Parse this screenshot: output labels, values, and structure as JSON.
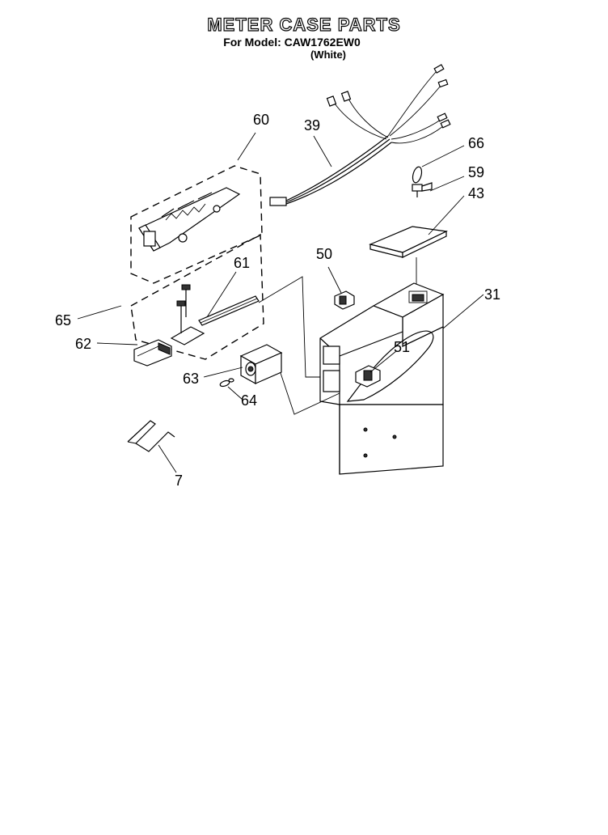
{
  "header": {
    "title": "METER CASE PARTS",
    "model_line": "For Model: CAW1762EW0",
    "color_line": "(White)"
  },
  "callouts": [
    {
      "id": "60",
      "label": "60"
    },
    {
      "id": "39",
      "label": "39"
    },
    {
      "id": "66",
      "label": "66"
    },
    {
      "id": "59",
      "label": "59"
    },
    {
      "id": "43",
      "label": "43"
    },
    {
      "id": "50",
      "label": "50"
    },
    {
      "id": "61",
      "label": "61"
    },
    {
      "id": "31",
      "label": "31"
    },
    {
      "id": "65",
      "label": "65"
    },
    {
      "id": "62",
      "label": "62"
    },
    {
      "id": "51",
      "label": "51"
    },
    {
      "id": "63",
      "label": "63"
    },
    {
      "id": "64",
      "label": "64"
    },
    {
      "id": "7",
      "label": "7"
    }
  ]
}
